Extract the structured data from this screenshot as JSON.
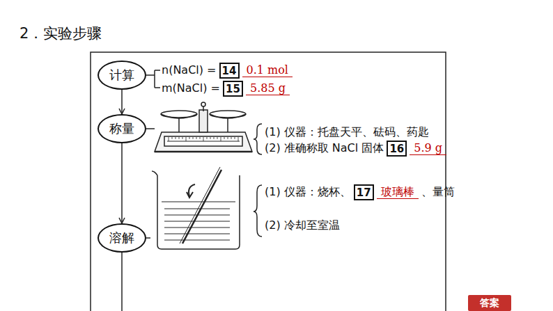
{
  "diagram": {
    "title": "2．实验步骤",
    "nodes": [
      {
        "text": [
          "计算"
        ]
      },
      {
        "text": [
          "14"
        ]
      },
      {
        "text": [
          "15"
        ]
      },
      {
        "text": [
          "称量"
        ]
      },
      {
        "text": [
          "16"
        ]
      },
      {
        "text": [
          "溶解"
        ]
      },
      {
        "text": [
          "17"
        ]
      },
      {
        "text": [
          "答案"
        ]
      }
    ],
    "edges": [
      {
        "from": 0,
        "to": 3,
        "arrow": "to"
      },
      {
        "from": 3,
        "to": 5,
        "arrow": "to"
      }
    ],
    "labels": [
      "n(NaCl) =",
      "0.1 mol",
      "m(NaCl) =",
      "5.85 g",
      "(1) 仪器：托盘天平、砝码、药匙",
      "(2) 准确称取 NaCl 固体",
      "5.9 g",
      "(1) 仪器：烧杯、",
      "玻璃棒",
      "、量筒",
      "(2) 冷却至室温"
    ]
  }
}
